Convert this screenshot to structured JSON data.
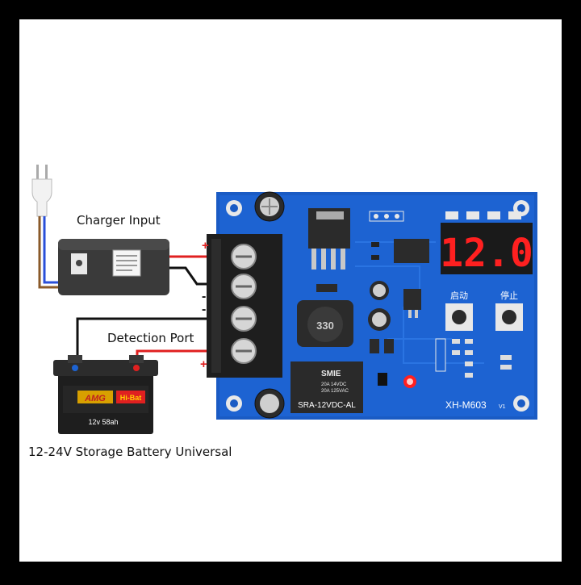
{
  "labels": {
    "charger_input": "Charger Input",
    "detection_port": "Detection Port",
    "battery_caption": "12-24V Storage Battery Universal"
  },
  "polarity": {
    "plus_top": "+",
    "minus_mid1": "-",
    "minus_mid2": "-",
    "plus_bottom": "+"
  },
  "display": {
    "reading": "12.0"
  },
  "board": {
    "model": "XH-M603",
    "version": "V1",
    "inductor": "330",
    "relay_model": "SRA-12VDC-AL",
    "relay_brand": "SMIE",
    "relay_rating1": "20A 14VDC",
    "relay_rating2": "20A 125VAC",
    "start_label": "启动",
    "stop_label": "停止"
  },
  "battery": {
    "brand": "AMG",
    "badge": "Hi-Bat",
    "rating": "12v 58ah"
  },
  "colors": {
    "board_blue": "#1a5bc4",
    "wire_red": "#e02020",
    "wire_black": "#111111",
    "wire_blue": "#2a4fd8",
    "wire_brown": "#8a5a2a",
    "led_red": "#ff2020"
  }
}
